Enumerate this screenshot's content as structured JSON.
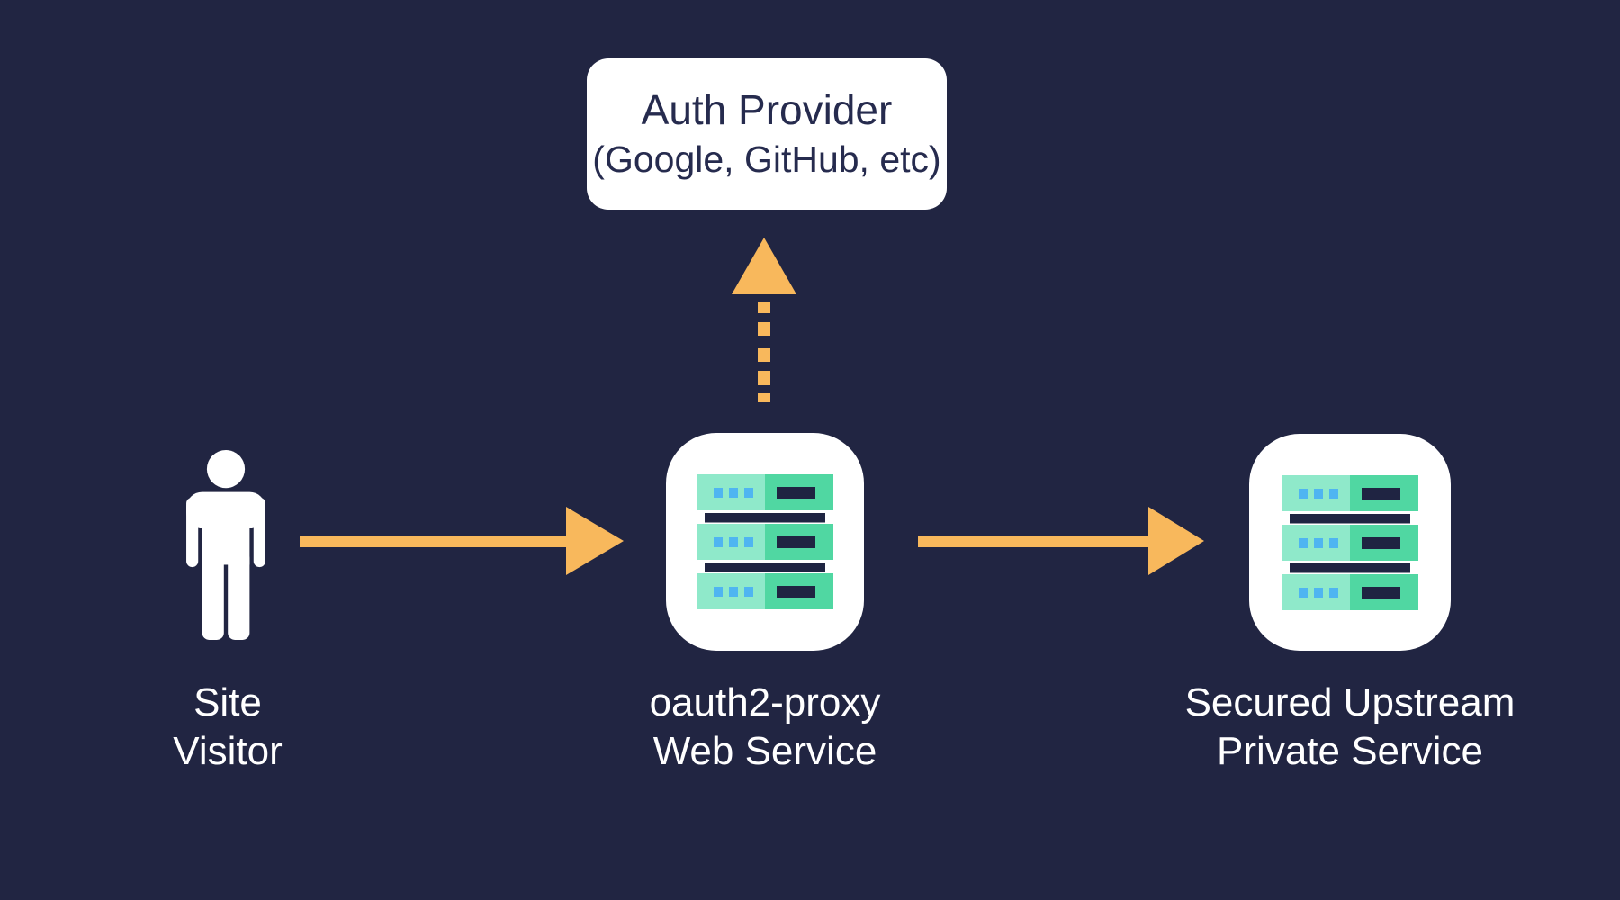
{
  "colors": {
    "background": "#212542",
    "card": "#ffffff",
    "arrow": "#F8B85C",
    "text_light": "#ffffff",
    "text_dark": "#262B4E",
    "server_green_light": "#8FE9CA",
    "server_green_dark": "#50D7A2",
    "server_dot_blue": "#4FB5F1",
    "server_bar": "#1F2442"
  },
  "nodes": {
    "auth_provider": {
      "title": "Auth Provider",
      "subtitle": "(Google, GitHub, etc)"
    },
    "site_visitor": {
      "line1": "Site",
      "line2": "Visitor"
    },
    "oauth2_proxy": {
      "line1": "oauth2-proxy",
      "line2": "Web Service"
    },
    "private_service": {
      "line1": "Secured Upstream",
      "line2": "Private Service"
    }
  },
  "icons": {
    "site_visitor": "person-icon",
    "oauth2_proxy": "server-stack-icon",
    "private_service": "server-stack-icon"
  },
  "connections": [
    {
      "from": "site_visitor",
      "to": "oauth2_proxy",
      "style": "solid-arrow"
    },
    {
      "from": "oauth2_proxy",
      "to": "auth_provider",
      "style": "dashed-arrow"
    },
    {
      "from": "oauth2_proxy",
      "to": "private_service",
      "style": "solid-arrow"
    }
  ]
}
